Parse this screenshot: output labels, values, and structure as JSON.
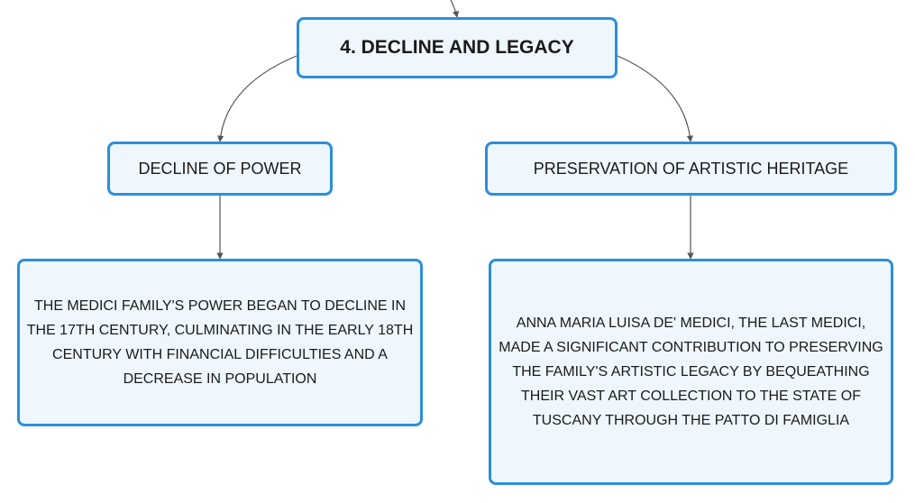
{
  "diagram": {
    "root": {
      "label": "4. DECLINE AND LEGACY"
    },
    "branches": [
      {
        "topic": "DECLINE OF POWER",
        "detail": "THE MEDICI FAMILY'S POWER BEGAN TO DECLINE IN THE 17TH CENTURY, CULMINATING IN THE EARLY 18TH CENTURY WITH FINANCIAL DIFFICULTIES AND A DECREASE IN POPULATION"
      },
      {
        "topic": "PRESERVATION OF ARTISTIC HERITAGE",
        "detail": "ANNA MARIA LUISA DE' MEDICI, THE LAST MEDICI, MADE A SIGNIFICANT CONTRIBUTION TO PRESERVING THE FAMILY'S ARTISTIC LEGACY BY BEQUEATHING THEIR VAST ART COLLECTION TO THE STATE OF TUSCANY THROUGH THE PATTO DI FAMIGLIA"
      }
    ],
    "colors": {
      "node_border": "#2d8fd8",
      "node_fill": "#eef7fd",
      "connector": "#555555",
      "text": "#1a1a1a"
    }
  }
}
